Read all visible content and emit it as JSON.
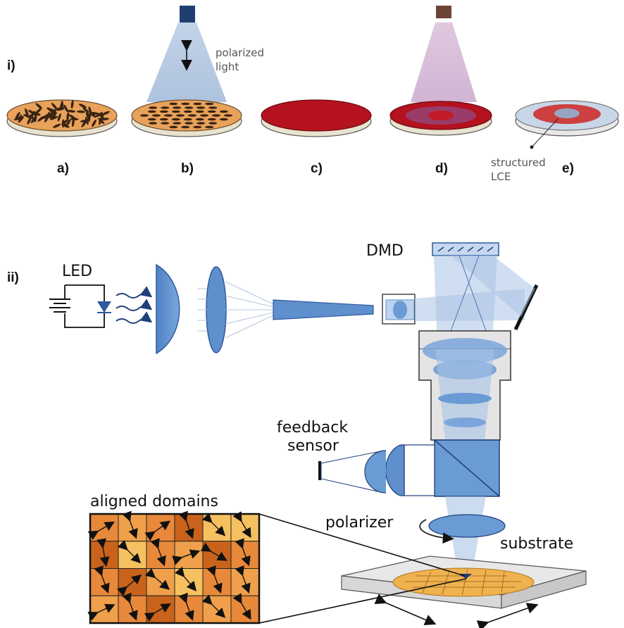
{
  "panel_i": {
    "label": "i)",
    "steps": [
      "a)",
      "b)",
      "c)",
      "d)",
      "e)"
    ],
    "polarized_light_line1": "polarized",
    "polarized_light_line2": "light",
    "structured_line1": "structured",
    "structured_line2": "LCE"
  },
  "panel_ii": {
    "label": "ii)",
    "led": "LED",
    "dmd": "DMD",
    "feedback_line1": "feedback",
    "feedback_line2": "sensor",
    "aligned_domains": "aligned domains",
    "polarizer": "polarizer",
    "substrate": "substrate"
  },
  "colors": {
    "orange": "#e8a25a",
    "dark_orange": "#d2691e",
    "light_orange": "#f5c060",
    "red": "#b3121e",
    "blue": "#6a9bd4",
    "light_blue": "#c6d8ef"
  },
  "domain_grid": {
    "rows": 4,
    "cols": 6,
    "shades": [
      [
        1,
        2,
        1,
        0,
        3,
        3
      ],
      [
        0,
        3,
        1,
        2,
        0,
        1
      ],
      [
        1,
        0,
        2,
        3,
        1,
        2
      ],
      [
        2,
        1,
        0,
        1,
        2,
        1
      ]
    ],
    "angles": [
      [
        -30,
        70,
        -35,
        70,
        45,
        60
      ],
      [
        80,
        45,
        70,
        -20,
        30,
        70
      ],
      [
        70,
        -40,
        40,
        50,
        70,
        70
      ],
      [
        -25,
        70,
        -30,
        70,
        45,
        60
      ]
    ]
  }
}
